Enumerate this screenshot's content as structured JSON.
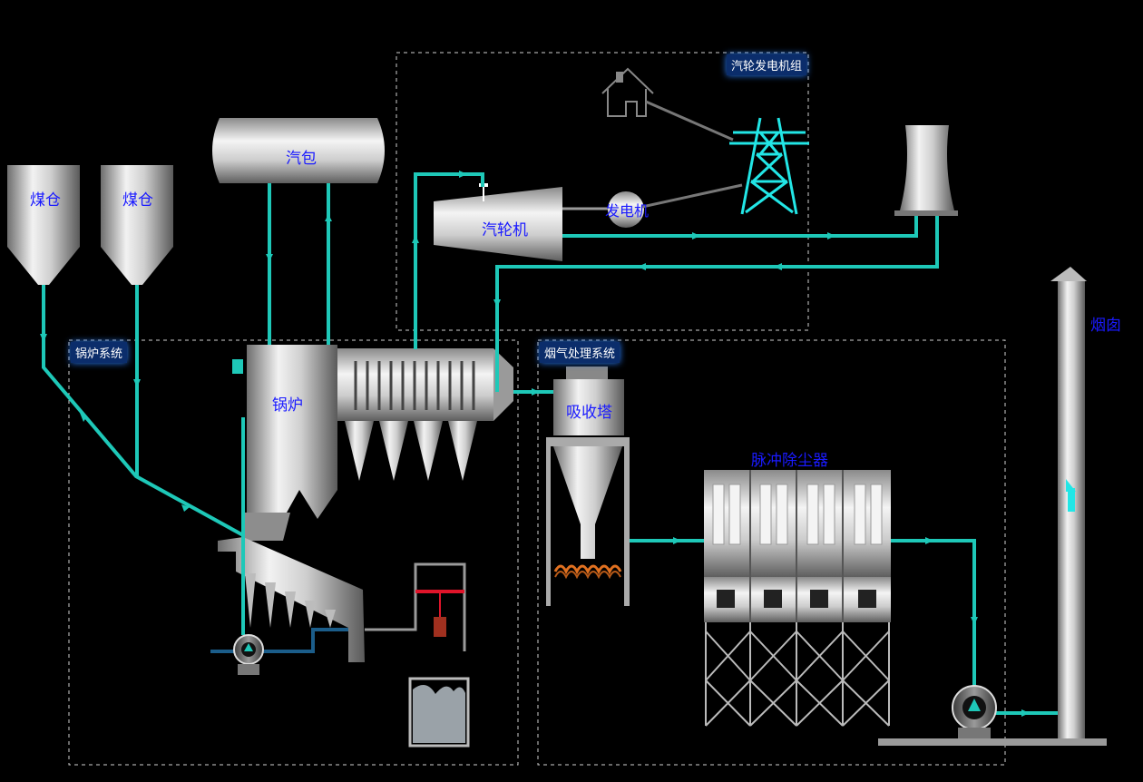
{
  "labels": {
    "coal_bin_1": "煤仓",
    "coal_bin_2": "煤仓",
    "steam_drum": "汽包",
    "turbine": "汽轮机",
    "generator": "发电机",
    "boiler": "锅炉",
    "absorber": "吸收塔",
    "bag_filter": "脉冲除尘器",
    "chimney": "烟囱"
  },
  "sections": {
    "turbine_group": "汽轮发电机组",
    "boiler_system": "锅炉系统",
    "flue_gas_system": "烟气处理系统"
  },
  "colors": {
    "pipe": "#1ec8b8",
    "pipe_dark": "#1b5d8a",
    "label_blue": "#1a1aff",
    "tag_bg": "#0b2d6b",
    "tower": "#22e6e6"
  }
}
